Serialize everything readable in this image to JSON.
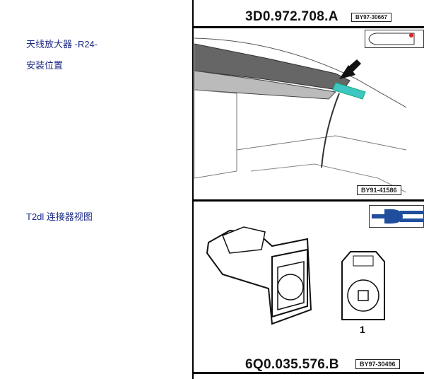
{
  "left": {
    "title": "天线放大器 -R24-",
    "install_location": "安装位置",
    "connector_view": "T2dl 连接器视图"
  },
  "figure1": {
    "part_number": "3D0.972.708.A",
    "ref_code": "BY97-30667",
    "figure_code": "BY91-41586",
    "highlight_color": "#3ec7c2",
    "marker_color": "#e0202a"
  },
  "figure2": {
    "part_number": "6Q0.035.576.B",
    "ref_code": "BY97-30496",
    "pin_label": "1",
    "connector_icon_color": "#1f4f9c"
  }
}
